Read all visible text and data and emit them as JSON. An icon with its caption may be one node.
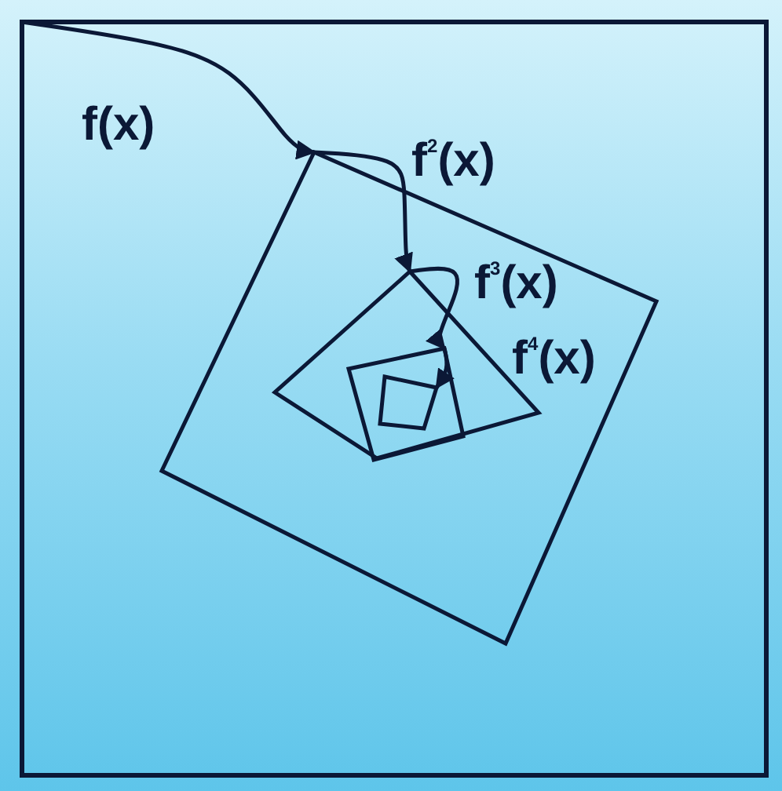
{
  "diagram": {
    "nodes": [
      {
        "text": [],
        "shape": "box"
      },
      {
        "text": [],
        "shape": "box",
        "in": 0
      },
      {
        "text": [],
        "shape": "box",
        "in": 1
      },
      {
        "text": [],
        "shape": "box",
        "in": 2
      },
      {
        "text": [],
        "shape": "box",
        "in": 3
      }
    ],
    "edges": [
      {
        "from": 0,
        "to": 1,
        "arrow": "to",
        "label": "f(x)"
      },
      {
        "from": 1,
        "to": 2,
        "arrow": "to",
        "label": "f$^{2}$(x)"
      },
      {
        "from": 2,
        "to": 3,
        "arrow": "to",
        "label": "f$^{3}$(x)"
      },
      {
        "from": 3,
        "to": 4,
        "arrow": "to",
        "label": "f$^{4}$(x)"
      }
    ]
  }
}
